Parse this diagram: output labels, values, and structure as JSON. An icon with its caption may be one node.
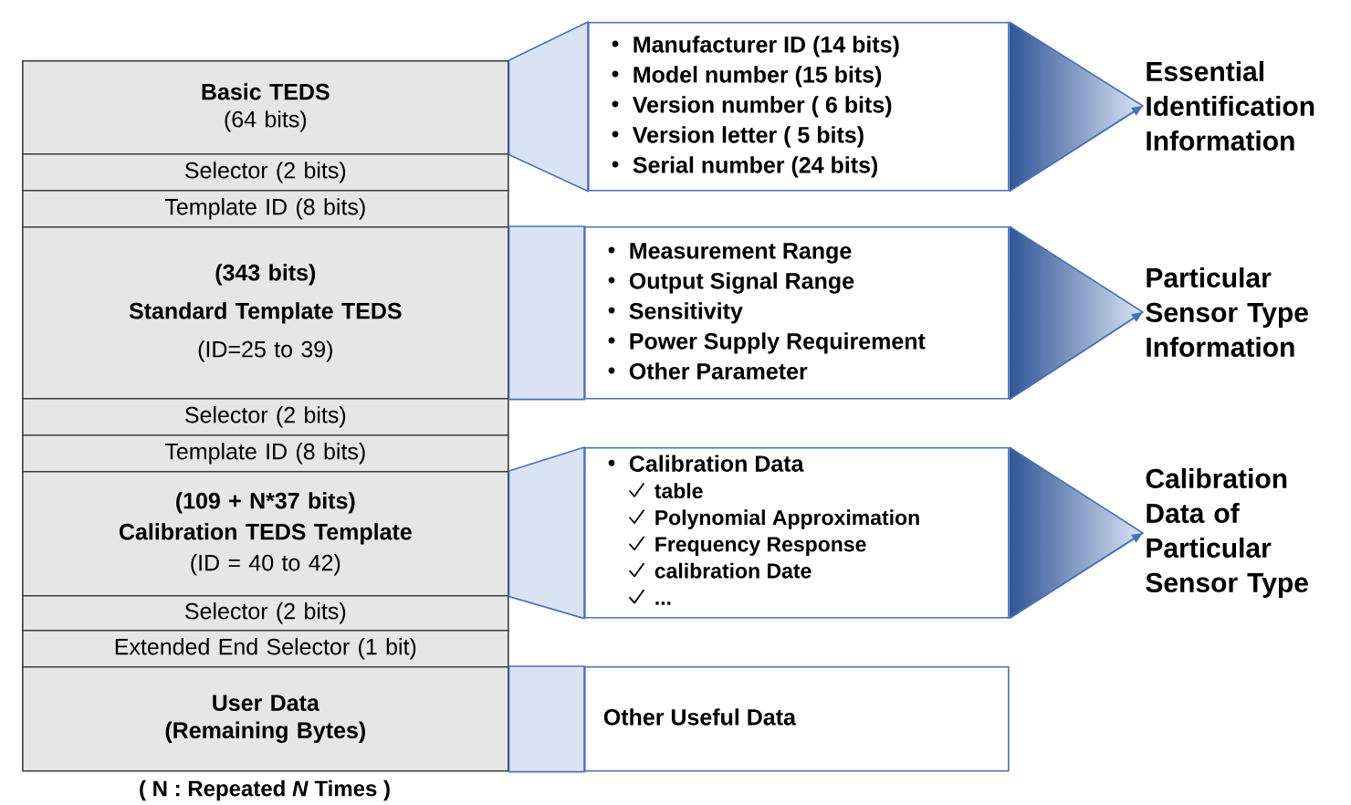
{
  "diagram": {
    "nodes": [
      {
        "text": [
          "Basic TEDS",
          "(64 bits)"
        ]
      },
      {
        "text": [
          "Selector (2 bits)"
        ]
      },
      {
        "text": [
          "Template ID (8 bits)"
        ]
      },
      {
        "text": [
          "(343 bits)",
          "Standard Template TEDS",
          "(ID=25 to 39)"
        ]
      },
      {
        "text": [
          "Selector (2 bits)"
        ]
      },
      {
        "text": [
          "Template ID (8 bits)"
        ]
      },
      {
        "text": [
          "(109 + N*37 bits)",
          "Calibration TEDS Template",
          "(ID = 40 to 42)"
        ]
      },
      {
        "text": [
          "Selector (2 bits)"
        ]
      },
      {
        "text": [
          "Extended End Selector (1 bit)"
        ]
      },
      {
        "text": [
          "User Data",
          "(Remaining Bytes)"
        ]
      },
      {
        "text": [
          "Manufacturer ID (14 bits)",
          "Model number (15 bits)",
          "Version number ( 6 bits)",
          "Version letter ( 5 bits)",
          "Serial number (24 bits)"
        ]
      },
      {
        "text": [
          "Measurement Range",
          "Output Signal Range",
          "Sensitivity",
          "Power Supply Requirement",
          "Other Parameter"
        ]
      },
      {
        "text": [
          "Calibration Data",
          "table",
          "Polynomial Approximation",
          "Frequency Response",
          "calibration Date",
          "..."
        ]
      },
      {
        "text": [
          "Other Useful Data"
        ]
      },
      {
        "text": [
          "Essential Identification Information"
        ]
      },
      {
        "text": [
          "Particular Sensor Type Information"
        ]
      },
      {
        "text": [
          "Calibration Data of Particular Sensor Type"
        ]
      }
    ],
    "edges": [
      {
        "from": 0,
        "to": 10,
        "arrow": "none"
      },
      {
        "from": 3,
        "to": 11,
        "arrow": "none"
      },
      {
        "from": 6,
        "to": 12,
        "arrow": "none"
      },
      {
        "from": 9,
        "to": 13,
        "arrow": "none"
      },
      {
        "from": 10,
        "to": 14,
        "arrow": "to"
      },
      {
        "from": 11,
        "to": 15,
        "arrow": "to"
      },
      {
        "from": 12,
        "to": 16,
        "arrow": "to"
      }
    ],
    "labels": [
      "( N : Repeated *N* Times )"
    ]
  }
}
